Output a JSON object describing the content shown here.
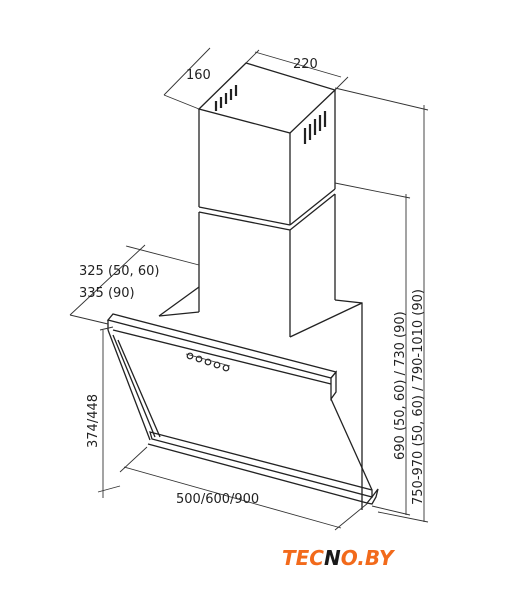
{
  "dimensions": {
    "depth_top": "160",
    "width_top": "220",
    "depth_small": "325 (50, 60)",
    "depth_large": "335 (90)",
    "glass_height": "374/448",
    "width_bottom": "500/600/900",
    "height_inner": "690 (50, 60) / 730 (90)",
    "height_outer": "750-970 (50, 60) / 790-1010 (90)"
  },
  "brand": {
    "name_part1": "TEC",
    "name_part2": "N",
    "name_part3": "O.BY"
  },
  "colors": {
    "brand_orange": "#f26a1b",
    "brand_dark": "#1a1a1a",
    "line": "#222222"
  },
  "icons": [
    "vent-grille-icon",
    "control-button-icon"
  ]
}
